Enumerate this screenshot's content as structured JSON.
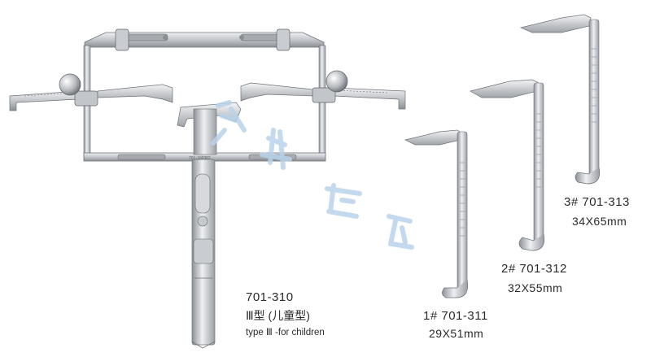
{
  "product_main": {
    "code": "701-310",
    "type_cn": "Ⅲ型 (儿童型)",
    "type_en": "type Ⅲ -for children",
    "frame_engraving": "701-100302"
  },
  "blade_1": {
    "code": "1# 701-311",
    "size": "29X51mm"
  },
  "blade_2": {
    "code": "2# 701-312",
    "size": "32X55mm"
  },
  "blade_3": {
    "code": "3# 701-313",
    "size": "34X65mm"
  },
  "colors": {
    "metal_light": "#e4e6e8",
    "metal_mid": "#b9bcc0",
    "metal_dark": "#7c8085",
    "text": "#2a2a2a"
  }
}
